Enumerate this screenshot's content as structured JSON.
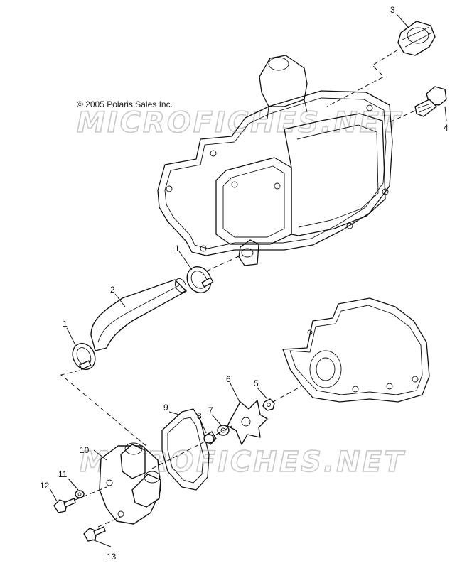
{
  "copyright": "© 2005 Polaris Sales Inc.",
  "watermark": "MICROFICHES.NET",
  "callouts": {
    "c1a": "1",
    "c1b": "1",
    "c2": "2",
    "c3": "3",
    "c4": "4",
    "c5": "5",
    "c6": "6",
    "c7": "7",
    "c8": "8",
    "c9": "9",
    "c10": "10",
    "c11": "11",
    "c12": "12",
    "c13": "13"
  }
}
